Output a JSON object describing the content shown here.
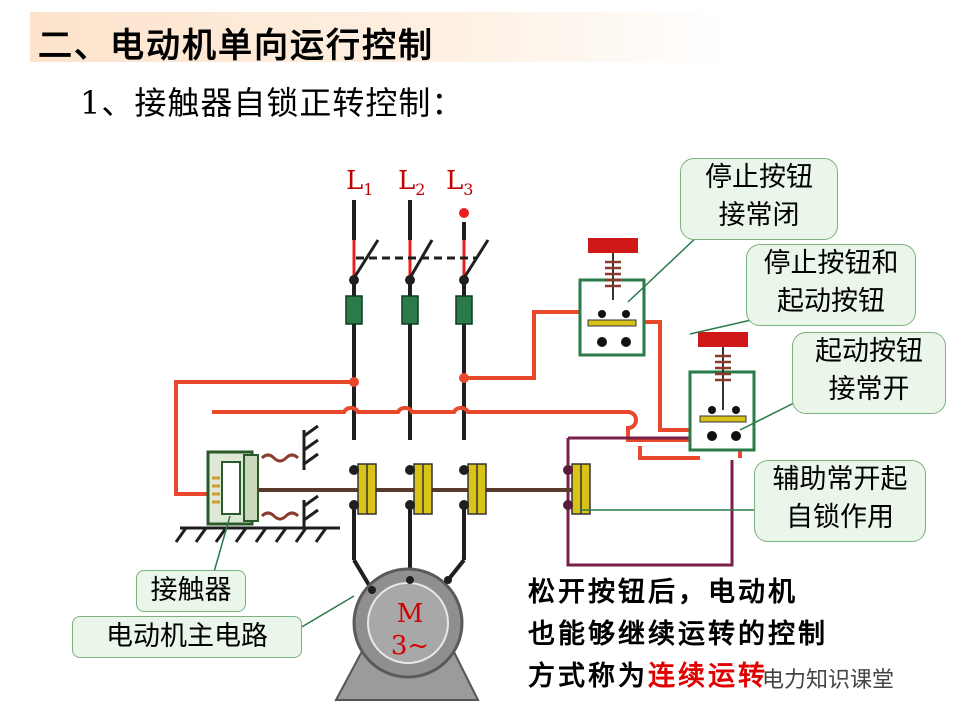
{
  "title": "二、电动机单向运行控制",
  "subtitle": "1、接触器自锁正转控制：",
  "phases": [
    {
      "letter": "L",
      "sub": "1"
    },
    {
      "letter": "L",
      "sub": "2"
    },
    {
      "letter": "L",
      "sub": "3"
    }
  ],
  "callouts": {
    "stop_nc": [
      "停止按钮",
      "接常闭"
    ],
    "stop_start": [
      "停止按钮和",
      "起动按钮"
    ],
    "start_no": [
      "起动按钮",
      "接常开"
    ],
    "aux_no": [
      "辅助常开起",
      "自锁作用"
    ]
  },
  "tags": {
    "contactor": "接触器",
    "main_circuit": "电动机主电路"
  },
  "motor": {
    "line1": "M",
    "line2": "3~"
  },
  "note": {
    "line1": "松开按钮后，电动机",
    "line2": "也能够继续运转的控制",
    "line3_prefix": "方式称为",
    "line3_red": "连续运转"
  },
  "watermark": "电力知识课堂",
  "colors": {
    "circuit": "#e8492c",
    "wire": "#1f1f1f",
    "contact": "#2a7a4a",
    "coil": "#c9a027",
    "aux": "#7a1f4a"
  }
}
